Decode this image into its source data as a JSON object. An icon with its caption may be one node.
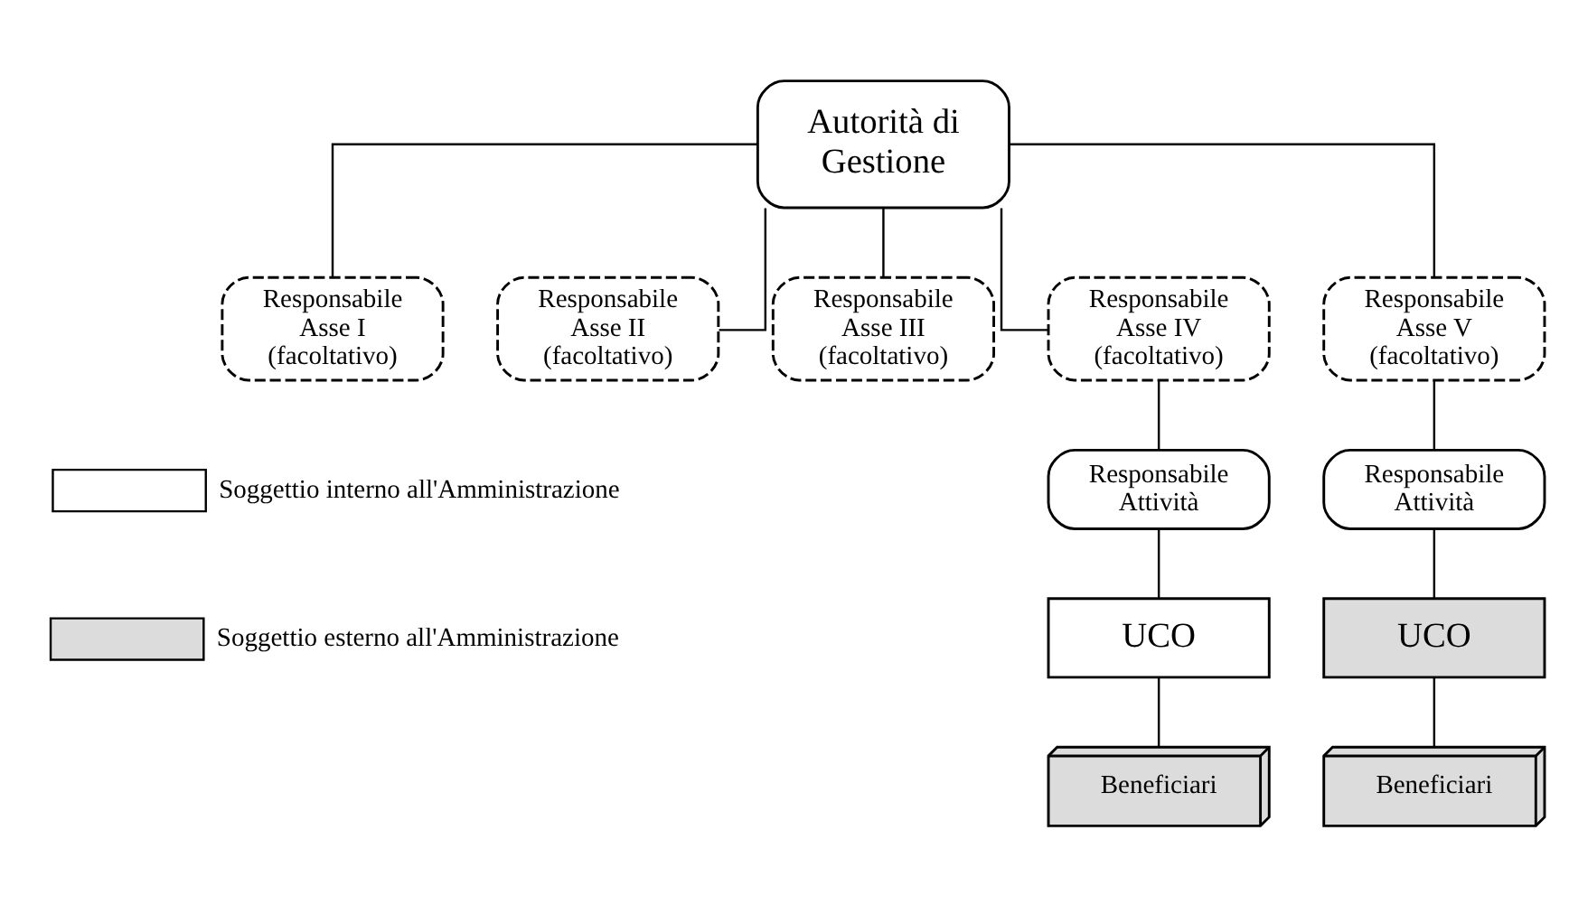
{
  "diagram": {
    "nodes": [
      {
        "text": [
          "Autorità di Gestione"
        ]
      },
      {
        "text": [
          "Responsabile Asse I (facoltativo)"
        ]
      },
      {
        "text": [
          "Responsabile Asse II (facoltativo)"
        ]
      },
      {
        "text": [
          "Responsabile Asse III (facoltativo)"
        ]
      },
      {
        "text": [
          "Responsabile Asse IV (facoltativo)"
        ]
      },
      {
        "text": [
          "Responsabile Asse V (facoltativo)"
        ]
      },
      {
        "text": [
          "Responsabile Attività"
        ]
      },
      {
        "text": [
          "Responsabile Attività"
        ]
      },
      {
        "text": [
          "UCO"
        ]
      },
      {
        "text": [
          "UCO"
        ]
      },
      {
        "text": [
          "Beneficiari"
        ]
      },
      {
        "text": [
          "Beneficiari"
        ]
      }
    ],
    "edges": [
      {
        "from": 0,
        "to": 1,
        "arrow": "none"
      },
      {
        "from": 0,
        "to": 2,
        "arrow": "none"
      },
      {
        "from": 0,
        "to": 3,
        "arrow": "none"
      },
      {
        "from": 0,
        "to": 4,
        "arrow": "none"
      },
      {
        "from": 0,
        "to": 5,
        "arrow": "none"
      },
      {
        "from": 4,
        "to": 6,
        "arrow": "none"
      },
      {
        "from": 5,
        "to": 7,
        "arrow": "none"
      },
      {
        "from": 6,
        "to": 8,
        "arrow": "none"
      },
      {
        "from": 7,
        "to": 9,
        "arrow": "none"
      },
      {
        "from": 8,
        "to": 10,
        "arrow": "none"
      },
      {
        "from": 9,
        "to": 11,
        "arrow": "none"
      }
    ],
    "legend": [
      {
        "text": "Soggettio interno all'Amministrazione",
        "color": "#ffffff"
      },
      {
        "text": "Soggettio esterno all'Amministrazione",
        "color": "#dcdcdc"
      }
    ]
  }
}
